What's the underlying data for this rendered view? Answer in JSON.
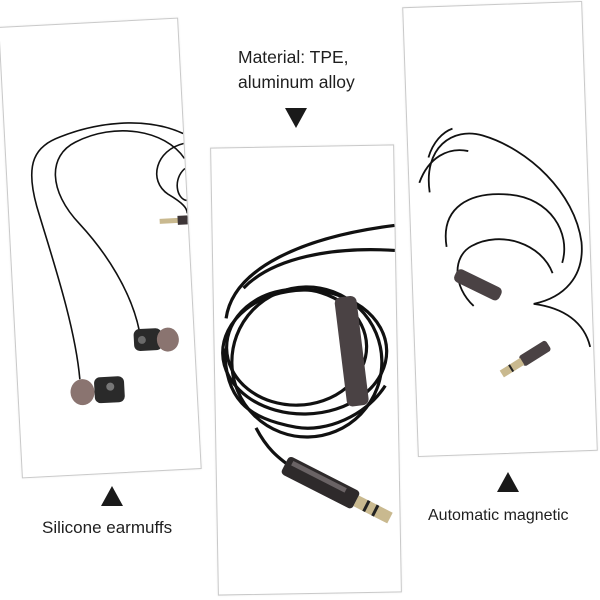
{
  "captions": {
    "center_line1": "Material: TPE,",
    "center_line2": "aluminum alloy",
    "left": "Silicone earmuffs",
    "right": "Automatic magnetic"
  },
  "colors": {
    "cable": "#111111",
    "plug_metal": "#4a4244",
    "plug_tip": "#c9b98f",
    "earbud_body": "#2a2a2a",
    "ear_tip": "#8a7470",
    "arrow": "#1a1a1a"
  },
  "icons": {
    "arrow_center": "triangle-down",
    "arrow_left": "triangle-up",
    "arrow_right": "triangle-up"
  }
}
